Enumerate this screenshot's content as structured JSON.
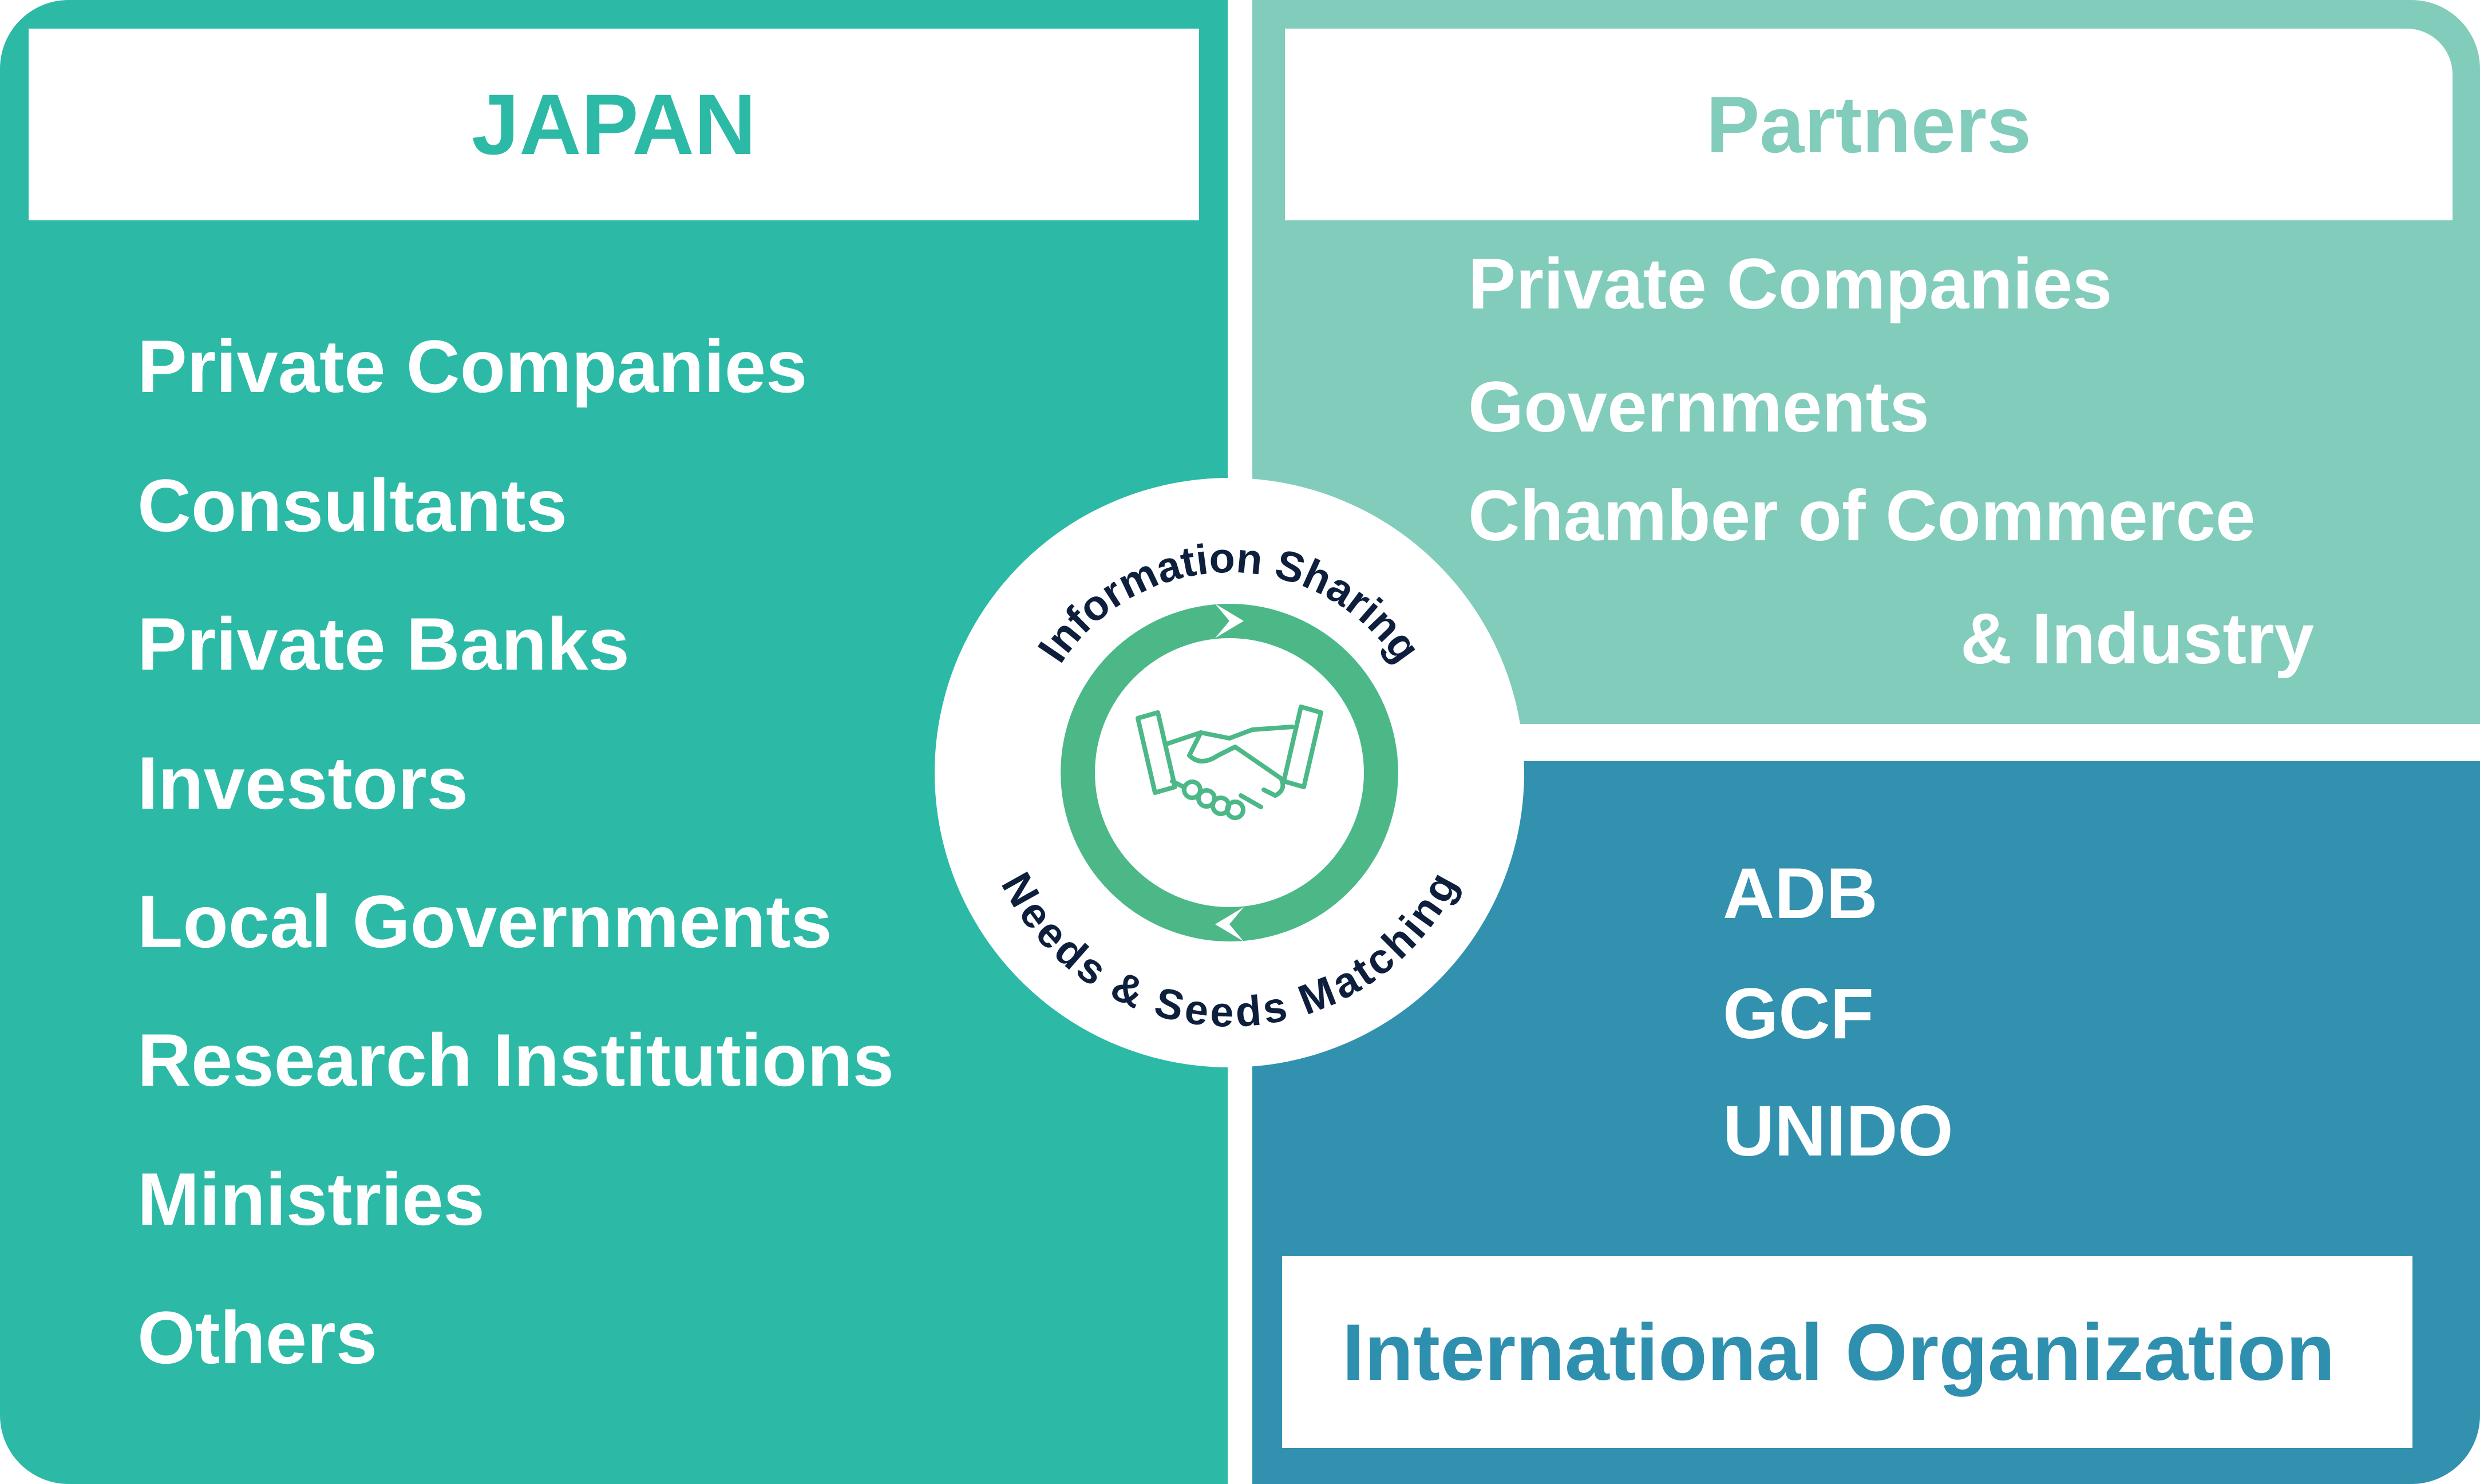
{
  "japan": {
    "title": "JAPAN",
    "items": [
      "Private Companies",
      "Consultants",
      "Private Banks",
      "Investors",
      "Local Governments",
      "Research Institutions",
      "Ministries",
      "Others"
    ]
  },
  "partners": {
    "title": "Partners",
    "items": [
      "Private Companies",
      "Governments",
      "Chamber of Commerce",
      "& Industry"
    ]
  },
  "international": {
    "title": "International Organization",
    "items": [
      "ADB",
      "GCF",
      "UNIDO"
    ]
  },
  "center": {
    "top_label": "Information Sharing",
    "bottom_label": "Needs & Seeds Matching",
    "icon": "handshake-icon"
  },
  "colors": {
    "japan": "#2cbaa7",
    "partners": "#82ccbb",
    "international": "#3191af",
    "cycle": "#4cb888",
    "label_text": "#0d1f3c"
  }
}
